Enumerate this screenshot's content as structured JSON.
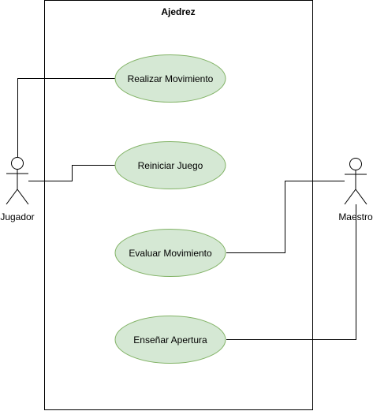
{
  "system": {
    "title": "Ajedrez"
  },
  "use_cases": {
    "realizar": "Realizar Movimiento",
    "reiniciar": "Reiniciar Juego",
    "evaluar": "Evaluar Movimiento",
    "ensenar": "Enseñar Apertura"
  },
  "actors": {
    "jugador": "Jugador",
    "maestro": "Maestro"
  },
  "colors": {
    "use_case_fill": "#d5e8d4",
    "use_case_stroke": "#82b366",
    "line": "#000000",
    "background": "#ffffff"
  }
}
